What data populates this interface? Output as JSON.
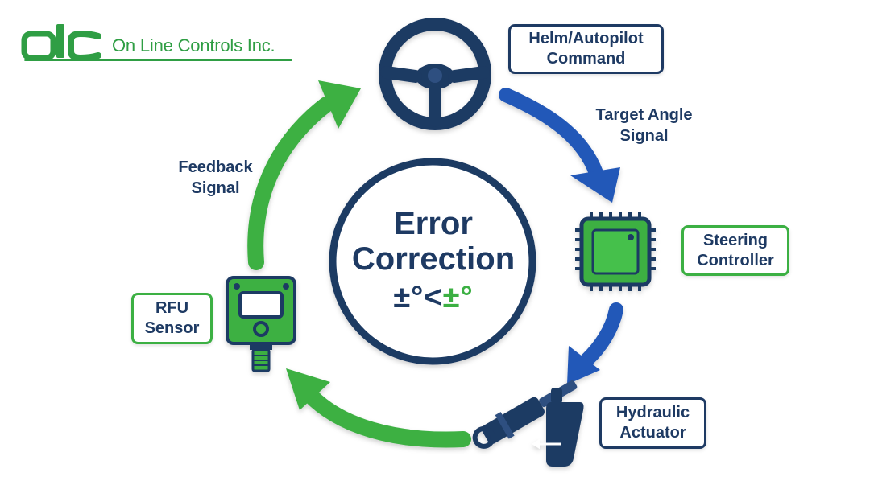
{
  "logo": {
    "mark": "olc",
    "company_name": "On Line Controls Inc."
  },
  "center": {
    "title_line1": "Error",
    "title_line2": "Correction",
    "formula_part1": "±°",
    "formula_operator": "<",
    "formula_part2": "±°"
  },
  "nodes": [
    {
      "id": "helm",
      "icon": "steering-wheel-icon",
      "label_line1": "Helm/Autopilot",
      "label_line2": "Command"
    },
    {
      "id": "controller",
      "icon": "microchip-icon",
      "label_line1": "Steering",
      "label_line2": "Controller"
    },
    {
      "id": "actuator",
      "icon": "hydraulic-cylinder-icon",
      "label_line1": "Hydraulic",
      "label_line2": "Actuator"
    },
    {
      "id": "sensor",
      "icon": "rfu-sensor-icon",
      "label_line1": "RFU",
      "label_line2": "Sensor"
    }
  ],
  "signals": {
    "target": {
      "line1": "Target Angle",
      "line2": "Signal"
    },
    "feedback": {
      "line1": "Feedback",
      "line2": "Signal"
    }
  },
  "colors": {
    "navy": "#1e3a63",
    "blue_arrow": "#2458b8",
    "green": "#3cb043",
    "logo_green": "#2f9e44"
  }
}
